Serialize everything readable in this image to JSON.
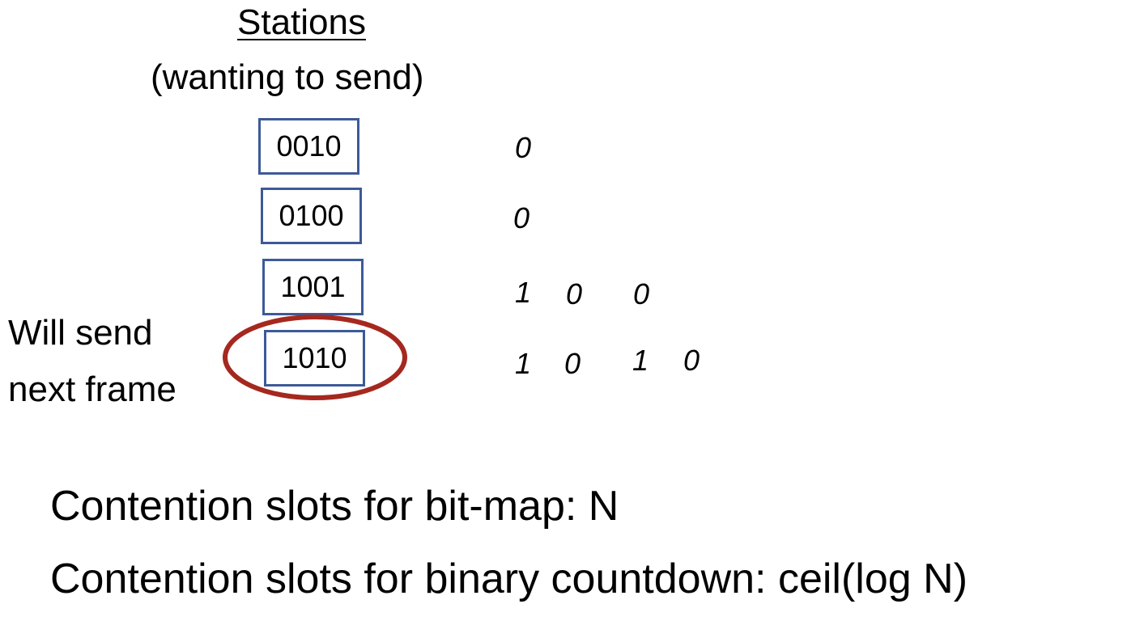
{
  "title": "Stations",
  "subtitle": "(wanting to send)",
  "stations": [
    {
      "id": "0010",
      "bits": [
        "0"
      ]
    },
    {
      "id": "0100",
      "bits": [
        "0"
      ]
    },
    {
      "id": "1001",
      "bits": [
        "1",
        "0",
        "0"
      ]
    },
    {
      "id": "1010",
      "bits": [
        "1",
        "0",
        "1",
        "0"
      ]
    }
  ],
  "annotation": {
    "line1": "Will send",
    "line2": "next frame"
  },
  "footer": {
    "line1": "Contention slots for bit-map: N",
    "line2": "Contention slots for binary countdown: ceil(log N)"
  },
  "colors": {
    "box_border": "#3d5a98",
    "highlight": "#a5281f"
  }
}
